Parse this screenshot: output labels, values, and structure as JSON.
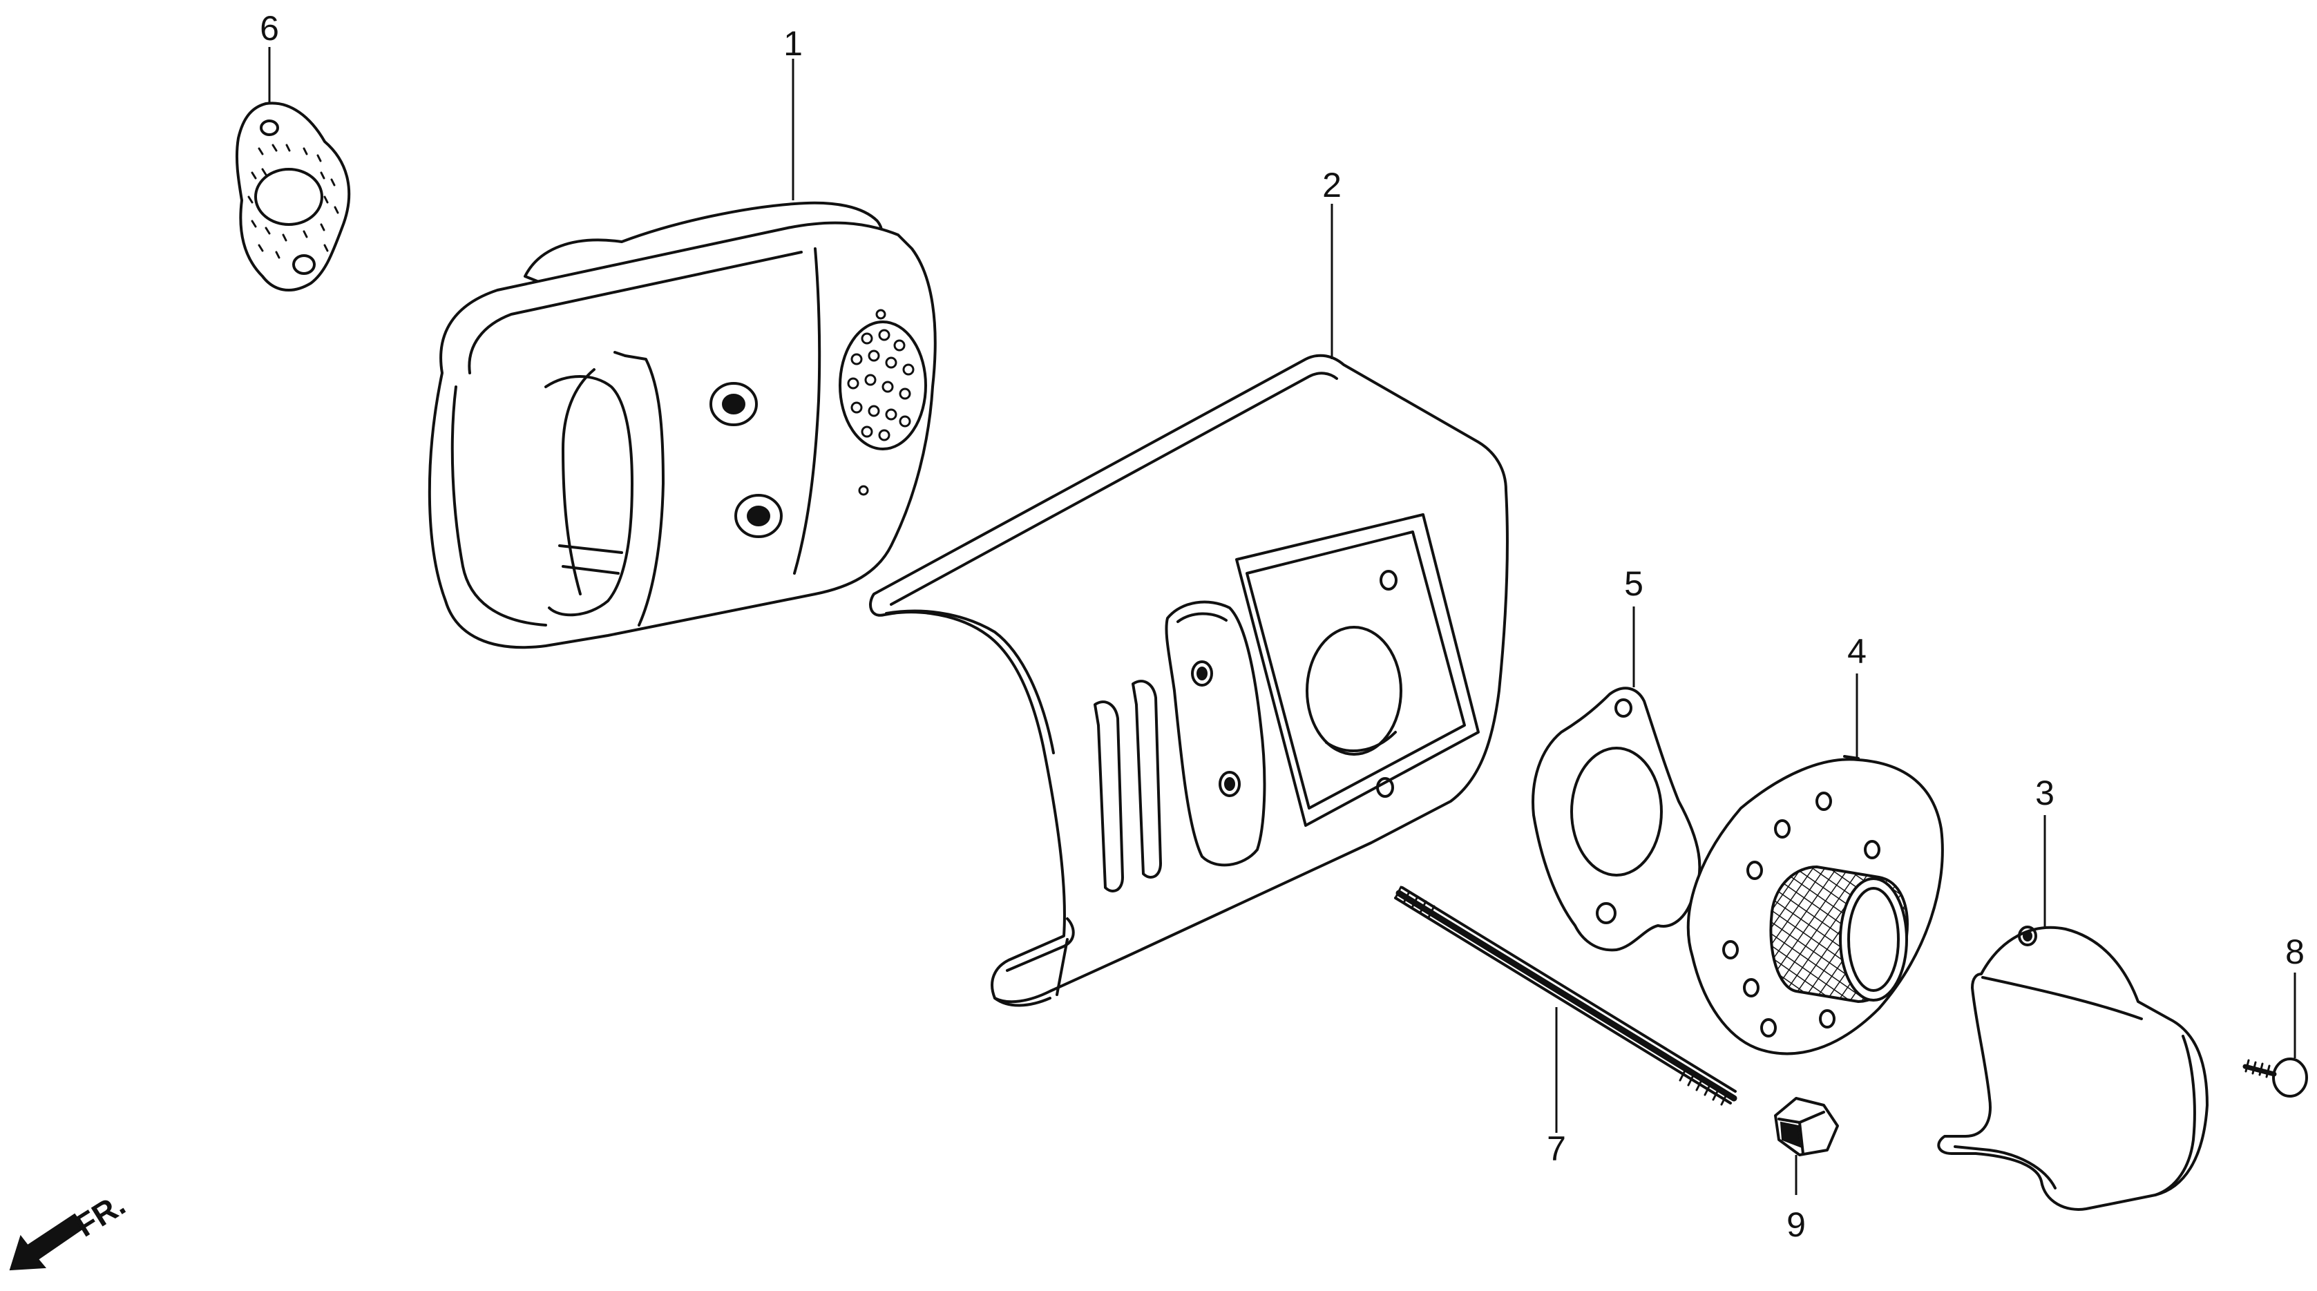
{
  "callouts": {
    "c1": "1",
    "c2": "2",
    "c3": "3",
    "c4": "4",
    "c5": "5",
    "c6": "6",
    "c7": "7",
    "c8": "8",
    "c9": "9"
  },
  "direction": {
    "label": "FR."
  }
}
